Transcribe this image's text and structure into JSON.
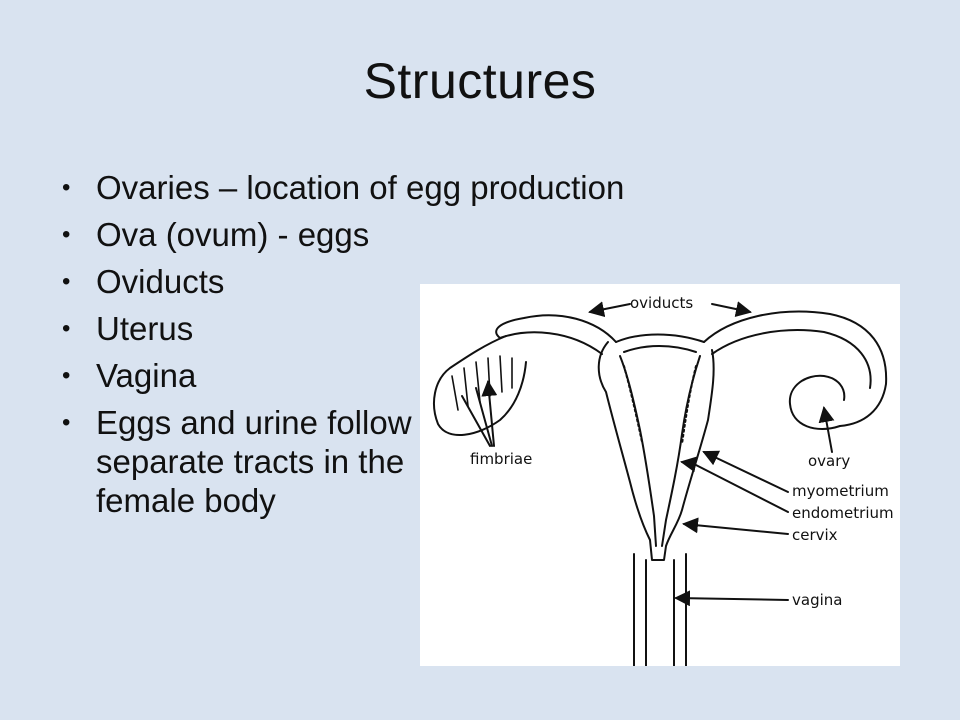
{
  "slide": {
    "title": "Structures",
    "bullets": [
      "Ovaries – location of egg production",
      "Ova (ovum) - eggs",
      "Oviducts",
      "Uterus",
      "Vagina",
      "Eggs and urine follow separate tracts in the female body"
    ]
  },
  "diagram": {
    "labels": {
      "oviducts": "oviducts",
      "fimbriae": "fimbriae",
      "ovary": "ovary",
      "myometrium": "myometrium",
      "endometrium": "endometrium",
      "cervix": "cervix",
      "vagina": "vagina"
    }
  }
}
